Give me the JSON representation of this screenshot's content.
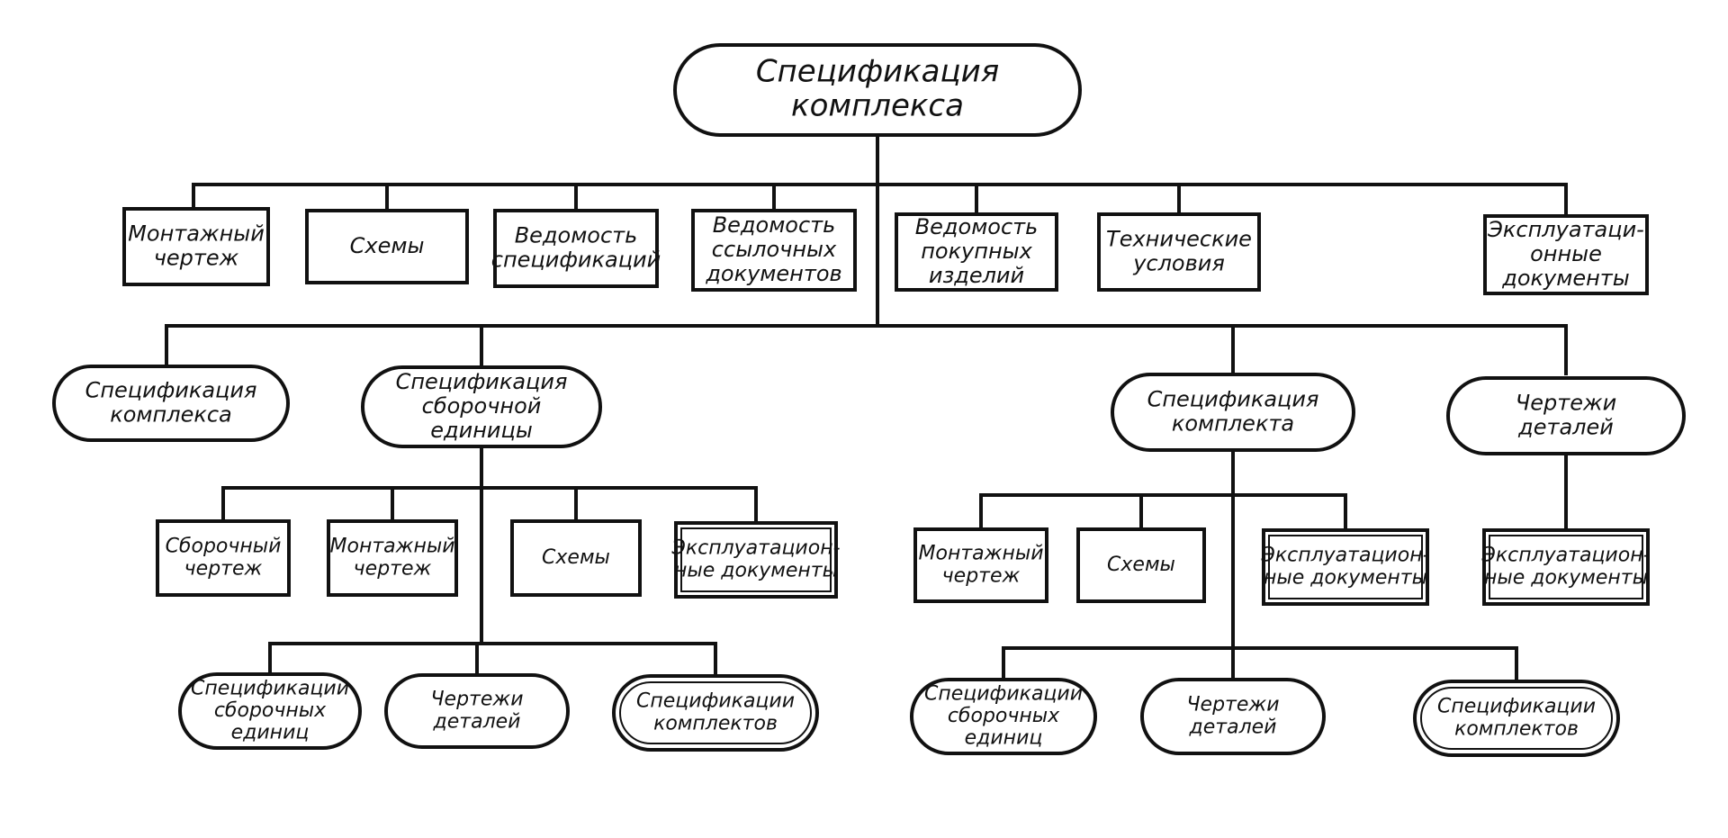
{
  "diagram": {
    "root": {
      "lines": [
        "Спецификация",
        "комплекса"
      ]
    },
    "level1": [
      {
        "lines": [
          "Монтажный",
          "чертеж"
        ]
      },
      {
        "lines": [
          "Схемы"
        ]
      },
      {
        "lines": [
          "Ведомость",
          "спецификаций"
        ]
      },
      {
        "lines": [
          "Ведомость",
          "ссылочных",
          "документов"
        ]
      },
      {
        "lines": [
          "Ведомость",
          "покупных",
          "изделий"
        ]
      },
      {
        "lines": [
          "Технические",
          "условия"
        ]
      },
      {
        "lines": [
          "Эксплуатаци-",
          "онные",
          "документы"
        ]
      }
    ],
    "level2": [
      {
        "lines": [
          "Спецификация",
          "комплекса"
        ]
      },
      {
        "lines": [
          "Спецификация",
          "сборочной",
          "единицы"
        ]
      },
      {
        "lines": [
          "Спецификация",
          "комплекта"
        ]
      },
      {
        "lines": [
          "Чертежи",
          "деталей"
        ]
      }
    ],
    "assembly_docs": [
      {
        "lines": [
          "Сборочный",
          "чертеж"
        ]
      },
      {
        "lines": [
          "Монтажный",
          "чертеж"
        ]
      },
      {
        "lines": [
          "Схемы"
        ]
      },
      {
        "lines": [
          "Эксплуатацион-",
          "ные документы"
        ]
      }
    ],
    "assembly_children": [
      {
        "lines": [
          "Спецификации",
          "сборочных",
          "единиц"
        ]
      },
      {
        "lines": [
          "Чертежи",
          "деталей"
        ]
      },
      {
        "lines": [
          "Спецификации",
          "комплектов"
        ]
      }
    ],
    "kit_docs": [
      {
        "lines": [
          "Монтажный",
          "чертеж"
        ]
      },
      {
        "lines": [
          "Схемы"
        ]
      },
      {
        "lines": [
          "Эксплуатацион-",
          "ные документы"
        ]
      }
    ],
    "kit_children": [
      {
        "lines": [
          "Спецификации",
          "сборочных",
          "единиц"
        ]
      },
      {
        "lines": [
          "Чертежи",
          "деталей"
        ]
      },
      {
        "lines": [
          "Спецификации",
          "комплектов"
        ]
      }
    ],
    "parts_docs": [
      {
        "lines": [
          "Эксплуатацион-",
          "ные документы"
        ]
      }
    ]
  }
}
